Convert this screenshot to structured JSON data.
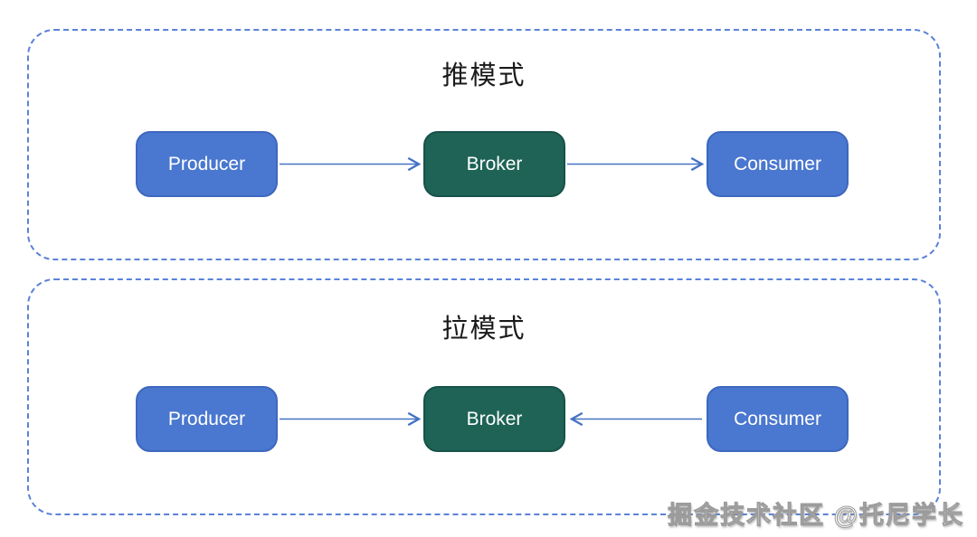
{
  "colors": {
    "node_blue": "#4a77cf",
    "node_green": "#1e6356",
    "arrow_blue": "#4472c4",
    "panel_border_blue": "#5b82d8",
    "title_text": "#1a1a1a",
    "node_text": "#ffffff"
  },
  "panels": [
    {
      "id": "push-mode",
      "title": "推模式",
      "nodes": [
        {
          "label": "Producer",
          "role": "producer",
          "color": "blue"
        },
        {
          "label": "Broker",
          "role": "broker",
          "color": "green"
        },
        {
          "label": "Consumer",
          "role": "consumer",
          "color": "blue"
        }
      ],
      "edges": [
        {
          "from": "producer",
          "to": "broker",
          "direction": "right"
        },
        {
          "from": "broker",
          "to": "consumer",
          "direction": "right"
        }
      ]
    },
    {
      "id": "pull-mode",
      "title": "拉模式",
      "nodes": [
        {
          "label": "Producer",
          "role": "producer",
          "color": "blue"
        },
        {
          "label": "Broker",
          "role": "broker",
          "color": "green"
        },
        {
          "label": "Consumer",
          "role": "consumer",
          "color": "blue"
        }
      ],
      "edges": [
        {
          "from": "producer",
          "to": "broker",
          "direction": "right"
        },
        {
          "from": "consumer",
          "to": "broker",
          "direction": "left"
        }
      ]
    }
  ],
  "watermark": {
    "text": "掘金技术社区 @托尼学长"
  }
}
